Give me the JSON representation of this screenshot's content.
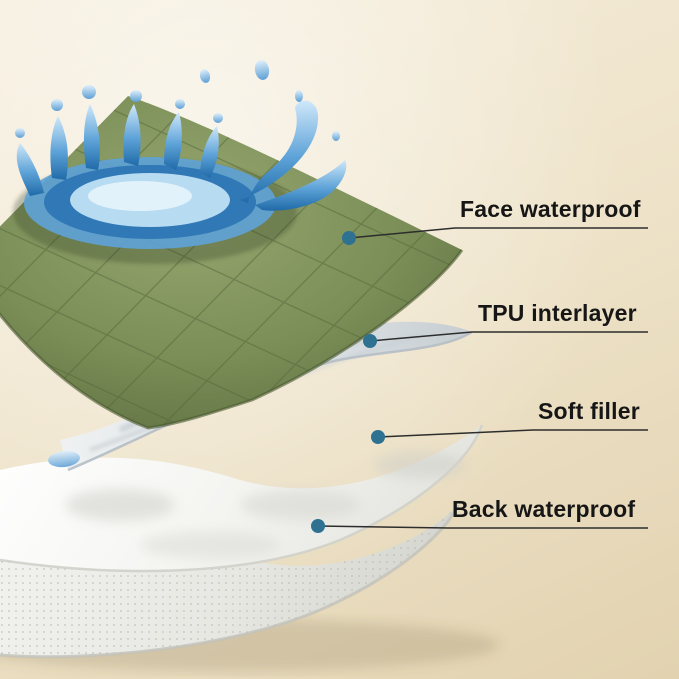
{
  "colors": {
    "background_top": "#f6eedd",
    "background_bottom": "#e2d2b0",
    "pointer_dot": "#2e7191",
    "leader_line": "#2d2d2d",
    "label_text": "#161616",
    "face_layer_green": "#7b8e57",
    "water_blue": "#2d76b4",
    "tpu_layer_grey": "#dfe4e8",
    "soft_filler_white": "#f7f7f4",
    "back_layer_grey": "#ebebe7"
  },
  "annotations": [
    {
      "id": "face",
      "label": "Face waterproof"
    },
    {
      "id": "tpu",
      "label": "TPU interlayer"
    },
    {
      "id": "filler",
      "label": "Soft filler"
    },
    {
      "id": "back",
      "label": "Back waterproof"
    }
  ]
}
